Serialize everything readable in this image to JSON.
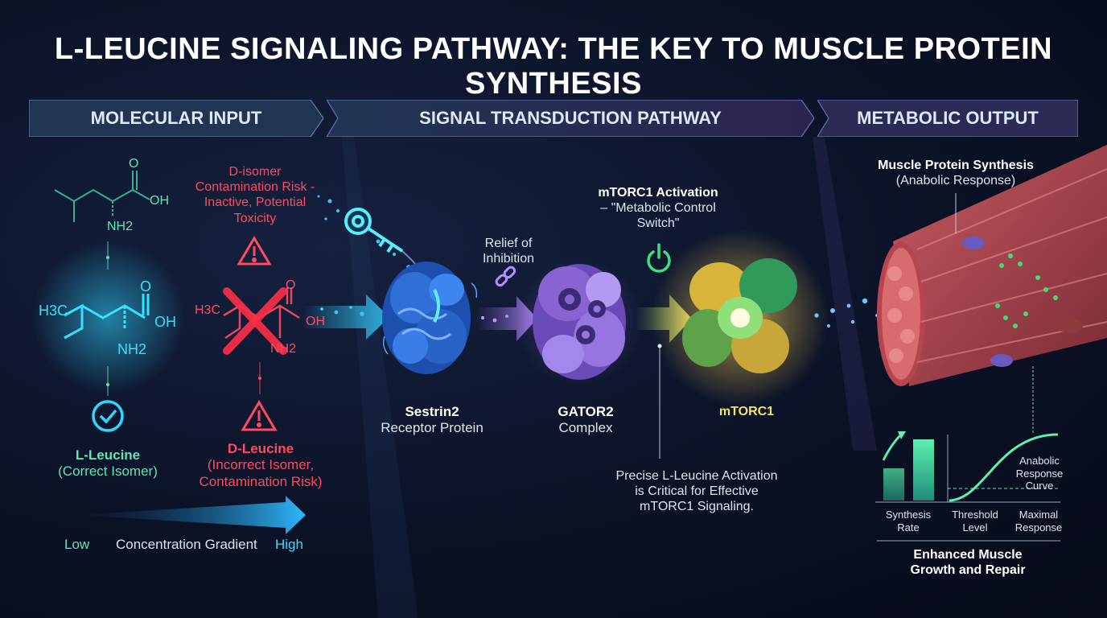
{
  "title": "L-LEUCINE SIGNALING PATHWAY: THE KEY TO MUSCLE PROTEIN SYNTHESIS",
  "banners": {
    "input": "MOLECULAR INPUT",
    "transduction": "SIGNAL TRANSDUCTION PATHWAY",
    "output": "METABOLIC OUTPUT"
  },
  "molecules": {
    "top": {
      "oh": "OH",
      "nh2": "NH2"
    },
    "l_leucine": {
      "h3c": "H3C",
      "oh": "OH",
      "nh2": "NH2",
      "name": "L-Leucine",
      "note": "(Correct Isomer)"
    },
    "d_leucine": {
      "h3c": "H3C",
      "oh": "OH",
      "nh2": "NH2",
      "name": "D-Leucine",
      "note1": "(Incorrect Isomer,",
      "note2": "Contamination Risk)"
    },
    "risk": {
      "line1": "D-isomer",
      "line2": "Contamination Risk -",
      "line3": "Inactive, Potential",
      "line4": "Toxicity"
    },
    "o_top": "O",
    "o_l": "O",
    "o_d": "O"
  },
  "gradient": {
    "low": "Low",
    "label": "Concentration Gradient",
    "high": "High"
  },
  "pathway": {
    "sestrin_name": "Sestrin2",
    "sestrin_desc": "Receptor Protein",
    "relief1": "Relief of",
    "relief2": "Inhibition",
    "gator_name": "GATOR2",
    "gator_desc": "Complex",
    "mtorc_act1": "mTORC1 Activation",
    "mtorc_act2": "– \"Metabolic Control",
    "mtorc_act3": "Switch\"",
    "mtorc_name": "mTORC1",
    "precise1": "Precise L-Leucine Activation",
    "precise2": "is Critical for Effective",
    "precise3": "mTORC1 Signaling."
  },
  "output": {
    "mps1": "Muscle Protein Synthesis",
    "mps2": "(Anabolic Response)",
    "curve_lbl1": "Anabolic",
    "curve_lbl2": "Response",
    "curve_lbl3": "Curve",
    "synth1": "Synthesis",
    "synth2": "Rate",
    "thr1": "Threshold",
    "thr2": "Level",
    "max1": "Maximal",
    "max2": "Response",
    "enh1": "Enhanced Muscle",
    "enh2": "Growth and Repair"
  },
  "colors": {
    "accent_cyan": "#2fd6ff",
    "risk_red": "#ff4a63",
    "valid_green": "#5de6b8",
    "sestrin_blue": "#2f6fd6",
    "gator_purple": "#8a63d2",
    "mtorc_gold": "#d8b53a",
    "muscle_red": "#b5454f"
  },
  "icons": [
    "warning-icon",
    "check-icon",
    "power-icon",
    "key-icon",
    "chain-link-icon",
    "gear-icon"
  ]
}
